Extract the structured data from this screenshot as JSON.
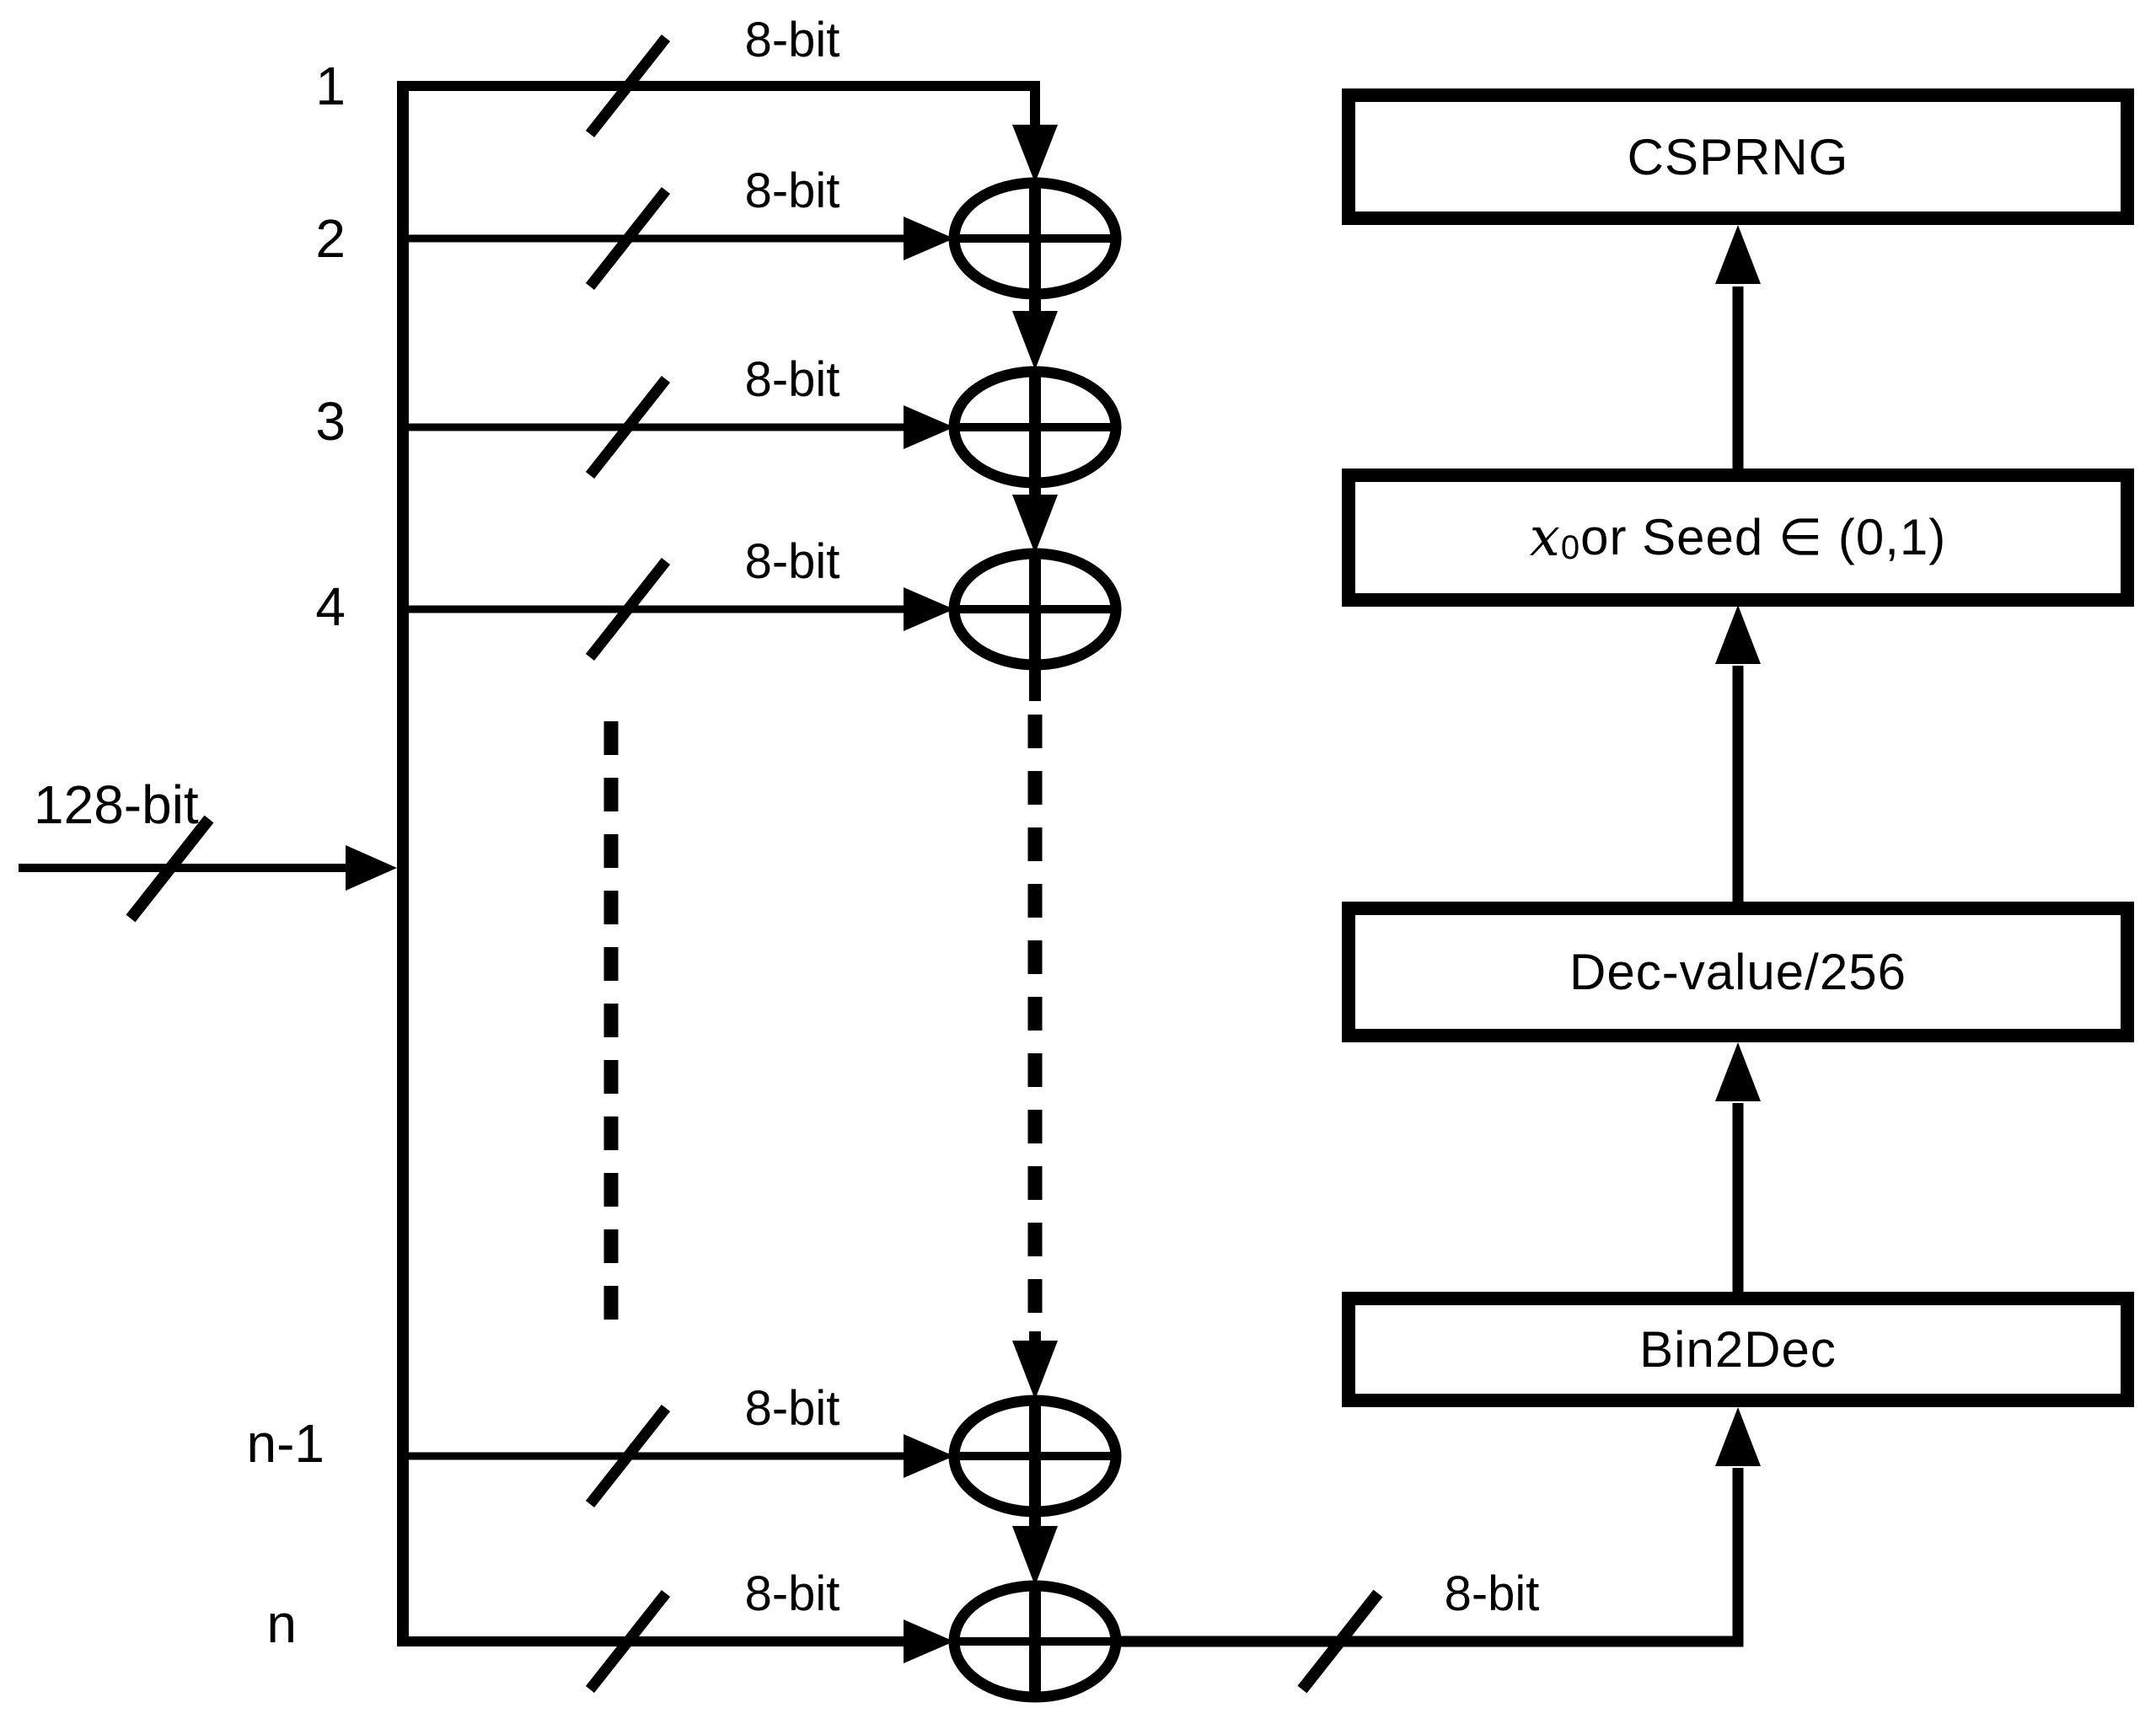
{
  "diagram": {
    "input": {
      "label": "128-bit"
    },
    "lanes": [
      {
        "id": "1",
        "bus_label": "8-bit"
      },
      {
        "id": "2",
        "bus_label": "8-bit"
      },
      {
        "id": "3",
        "bus_label": "8-bit"
      },
      {
        "id": "4",
        "bus_label": "8-bit"
      },
      {
        "id": "n-1",
        "bus_label": "8-bit"
      },
      {
        "id": "n",
        "bus_label": "8-bit"
      }
    ],
    "output": {
      "label": "8-bit"
    },
    "boxes": [
      {
        "id": "csprng",
        "label": "CSPRNG"
      },
      {
        "id": "seed",
        "var": "x",
        "sub": "0",
        "rest": " or Seed ∈ (0,1)"
      },
      {
        "id": "dec",
        "label": "Dec-value/256"
      },
      {
        "id": "bin2dec",
        "label": "Bin2Dec"
      }
    ],
    "colors": {
      "ink": "#000000",
      "background": "#ffffff"
    }
  }
}
